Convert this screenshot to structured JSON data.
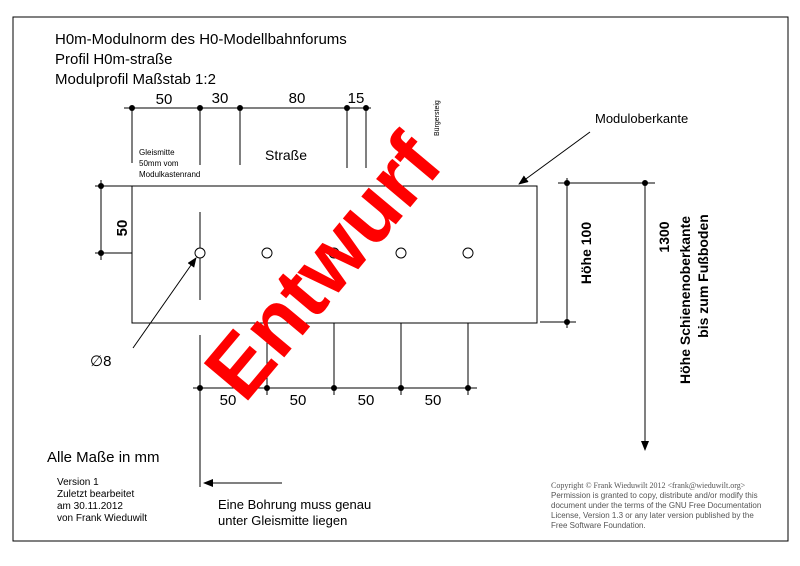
{
  "header": {
    "line1": "H0m-Modulnorm des H0-Modellbahnforums",
    "line2": "Profil H0m-straße",
    "line3": "Modulprofil Maßstab 1:2"
  },
  "top_dimensions": [
    "50",
    "30",
    "80",
    "15"
  ],
  "gleismitte_note": [
    "Gleismitte",
    "50mm vom",
    "Modulkastenrand"
  ],
  "strasse_label": "Straße",
  "buergersteig_label": "Bürgersteig",
  "left_dimension": "50",
  "hole_diameter_label": "∅8",
  "bottom_dimensions": [
    "50",
    "50",
    "50",
    "50"
  ],
  "moduloberkante_label": "Moduloberkante",
  "hoehe_label": "Höhe 100",
  "right_dimension": {
    "value": "1300",
    "line1": "Höhe Schienenoberkante",
    "line2": "bis zum Fußboden"
  },
  "watermark": "Entwurf",
  "units_note": "Alle Maße in mm",
  "version_info": [
    "Version 1",
    "Zuletzt bearbeitet",
    "am 30.11.2012",
    "von Frank Wieduwilt"
  ],
  "drill_note": [
    "Eine Bohrung muss genau",
    "unter  Gleismitte liegen"
  ],
  "copyright": [
    "Copyright © Frank Wieduwilt 2012  <frank@wieduwilt.org>",
    "Permission is granted to copy, distribute and/or modify this",
    "document under the terms of the GNU Free Documentation",
    "License, Version 1.3 or any later version published by the",
    "Free Software Foundation."
  ],
  "colors": {
    "watermark": "#ff0000",
    "lines": "#000000"
  }
}
